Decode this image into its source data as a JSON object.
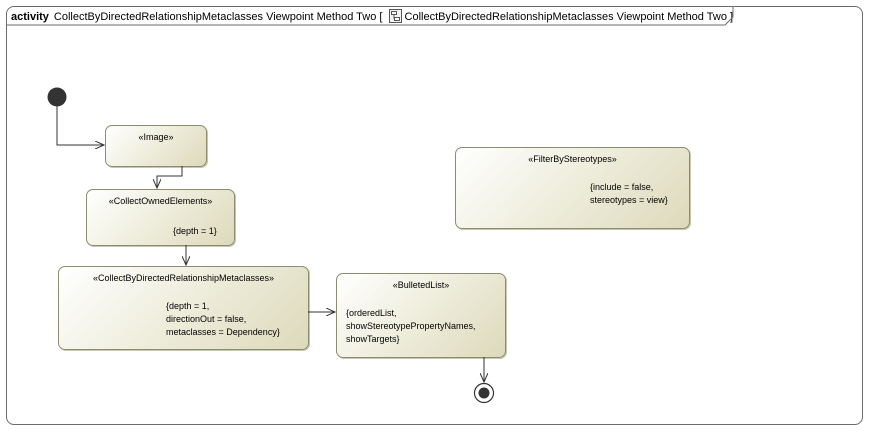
{
  "frame": {
    "keyword": "activity",
    "name": "CollectByDirectedRelationshipMetaclasses Viewpoint Method Two",
    "bracket_open": "[",
    "ref_name": "CollectByDirectedRelationshipMetaclasses Viewpoint Method Two",
    "bracket_close": "]",
    "icon": "diagram-icon"
  },
  "nodes": {
    "image": {
      "stereotype": "«Image»"
    },
    "collect_owned": {
      "stereotype": "«CollectOwnedElements»",
      "tags": "{depth = 1}"
    },
    "collect_directed": {
      "stereotype": "«CollectByDirectedRelationshipMetaclasses»",
      "tags": "{depth = 1,\ndirectionOut = false,\nmetaclasses = Dependency}"
    },
    "bulleted": {
      "stereotype": "«BulletedList»",
      "tags": "{orderedList,\nshowStereotypePropertyNames,\nshowTargets}"
    },
    "filter": {
      "stereotype": "«FilterByStereotypes»",
      "tags": "{include = false,\nstereotypes = view}"
    }
  },
  "colors": {
    "node_fill_light": "#ffffff",
    "node_fill_dark": "#ddd9bb",
    "border": "#8c8c70",
    "line": "#333333"
  }
}
